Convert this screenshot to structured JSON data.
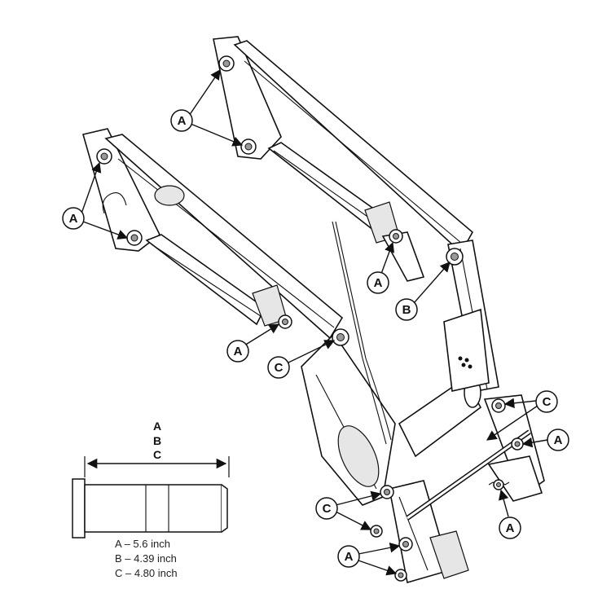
{
  "callouts": [
    {
      "id": "c1",
      "letter": "A"
    },
    {
      "id": "c2",
      "letter": "A"
    },
    {
      "id": "c3",
      "letter": "A"
    },
    {
      "id": "c4",
      "letter": "B"
    },
    {
      "id": "c5",
      "letter": "A"
    },
    {
      "id": "c6",
      "letter": "C"
    },
    {
      "id": "c7",
      "letter": "C"
    },
    {
      "id": "c8",
      "letter": "A"
    },
    {
      "id": "c9",
      "letter": "C"
    },
    {
      "id": "c10",
      "letter": "A"
    },
    {
      "id": "c11",
      "letter": "A"
    }
  ],
  "pin_dimension": {
    "labels": [
      "A",
      "B",
      "C"
    ]
  },
  "legend": [
    "A – 5.6 inch",
    "B – 4.39 inch",
    "C – 4.80 inch"
  ]
}
